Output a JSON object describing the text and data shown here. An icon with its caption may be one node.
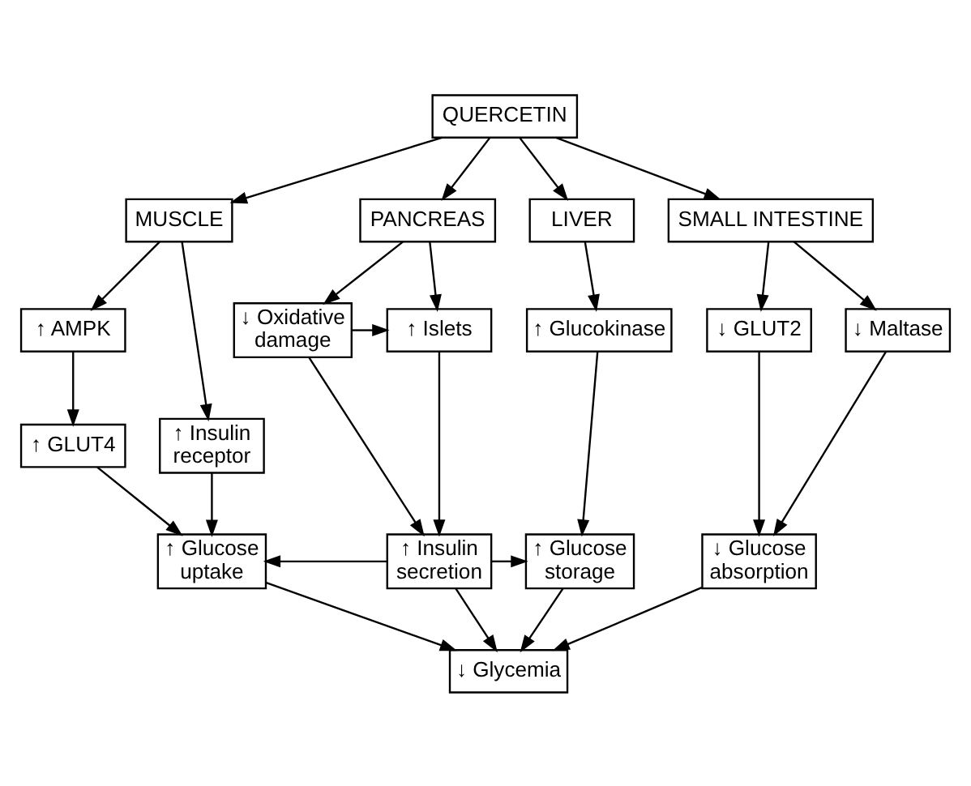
{
  "diagram": {
    "nodes": [
      {
        "text": [
          "QUERCETIN"
        ]
      },
      {
        "text": [
          "MUSCLE"
        ]
      },
      {
        "text": [
          "PANCREAS"
        ]
      },
      {
        "text": [
          "LIVER"
        ]
      },
      {
        "text": [
          "SMALL INTESTINE"
        ]
      },
      {
        "text": [
          "↑ AMPK"
        ]
      },
      {
        "text": [
          "↑ Insulin receptor"
        ]
      },
      {
        "text": [
          "↑ GLUT4"
        ]
      },
      {
        "text": [
          "↓ Oxidative damage"
        ]
      },
      {
        "text": [
          "↑ Islets"
        ]
      },
      {
        "text": [
          "↑ Glucokinase"
        ]
      },
      {
        "text": [
          "↓ GLUT2"
        ]
      },
      {
        "text": [
          "↓ Maltase"
        ]
      },
      {
        "text": [
          "↑ Glucose uptake"
        ]
      },
      {
        "text": [
          "↑ Insulin secretion"
        ]
      },
      {
        "text": [
          "↑ Glucose storage"
        ]
      },
      {
        "text": [
          "↓ Glucose absorption"
        ]
      },
      {
        "text": [
          "↓ Glycemia"
        ]
      }
    ],
    "edges": [
      {
        "from": 0,
        "to": 1,
        "arrow": "to"
      },
      {
        "from": 0,
        "to": 2,
        "arrow": "to"
      },
      {
        "from": 0,
        "to": 3,
        "arrow": "to"
      },
      {
        "from": 0,
        "to": 4,
        "arrow": "to"
      },
      {
        "from": 1,
        "to": 5,
        "arrow": "to"
      },
      {
        "from": 1,
        "to": 6,
        "arrow": "to"
      },
      {
        "from": 5,
        "to": 7,
        "arrow": "to"
      },
      {
        "from": 2,
        "to": 8,
        "arrow": "to"
      },
      {
        "from": 2,
        "to": 9,
        "arrow": "to"
      },
      {
        "from": 8,
        "to": 9,
        "arrow": "to"
      },
      {
        "from": 3,
        "to": 10,
        "arrow": "to"
      },
      {
        "from": 4,
        "to": 11,
        "arrow": "to"
      },
      {
        "from": 4,
        "to": 12,
        "arrow": "to"
      },
      {
        "from": 7,
        "to": 13,
        "arrow": "to"
      },
      {
        "from": 6,
        "to": 13,
        "arrow": "to"
      },
      {
        "from": 8,
        "to": 14,
        "arrow": "to"
      },
      {
        "from": 9,
        "to": 14,
        "arrow": "to"
      },
      {
        "from": 10,
        "to": 15,
        "arrow": "to"
      },
      {
        "from": 11,
        "to": 16,
        "arrow": "to"
      },
      {
        "from": 12,
        "to": 16,
        "arrow": "to"
      },
      {
        "from": 14,
        "to": 13,
        "arrow": "to"
      },
      {
        "from": 14,
        "to": 15,
        "arrow": "to"
      },
      {
        "from": 13,
        "to": 17,
        "arrow": "to"
      },
      {
        "from": 14,
        "to": 17,
        "arrow": "to"
      },
      {
        "from": 15,
        "to": 17,
        "arrow": "to"
      },
      {
        "from": 16,
        "to": 17,
        "arrow": "to"
      }
    ]
  }
}
